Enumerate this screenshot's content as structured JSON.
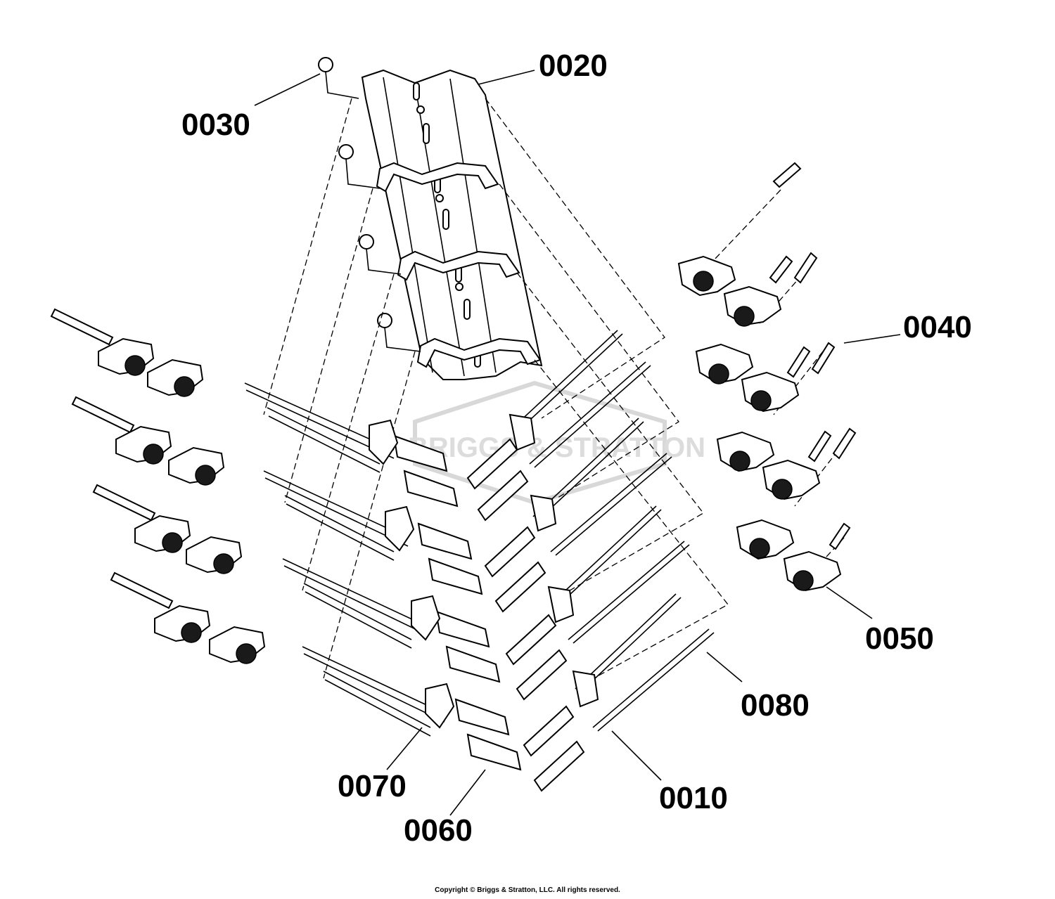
{
  "diagram": {
    "callouts": [
      {
        "id": "0020",
        "label": "0020"
      },
      {
        "id": "0030",
        "label": "0030"
      },
      {
        "id": "0040",
        "label": "0040"
      },
      {
        "id": "0050",
        "label": "0050"
      },
      {
        "id": "0080",
        "label": "0080"
      },
      {
        "id": "0010",
        "label": "0010"
      },
      {
        "id": "0070",
        "label": "0070"
      },
      {
        "id": "0060",
        "label": "0060"
      }
    ],
    "watermark": "BRIGGS & STRATTON"
  },
  "footer": {
    "copyright": "Copyright © Briggs & Stratton, LLC. All rights reserved."
  }
}
